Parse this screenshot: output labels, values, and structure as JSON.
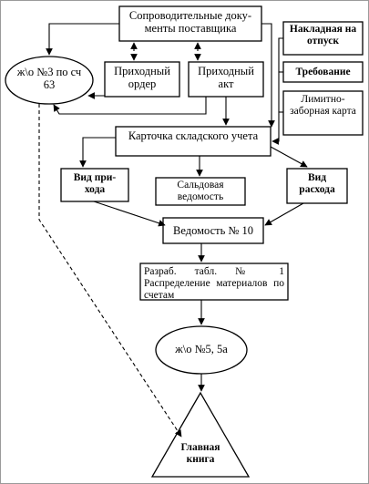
{
  "nodes": {
    "supplier_docs": "Сопроводительные доку-менты поставщика",
    "jo3": "ж\\о №3 по сч 63",
    "receipt_order": "Приходный ордер",
    "receipt_act": "Приходный акт",
    "invoice": "Накладная на отпуск",
    "requirement": "Требование",
    "limit_card": "Лимитно-заборная карта",
    "stock_card": "Карточка складского учета",
    "income_type": "Вид при-хода",
    "balance_sheet": "Сальдовая ведомость",
    "expense_type": "Вид расхода",
    "statement10": "Ведомость № 10",
    "table1": "Разраб. табл. № 1 Распределение материалов по счетам",
    "jo5": "ж\\о №5, 5а",
    "general_ledger": "Главная книга"
  }
}
